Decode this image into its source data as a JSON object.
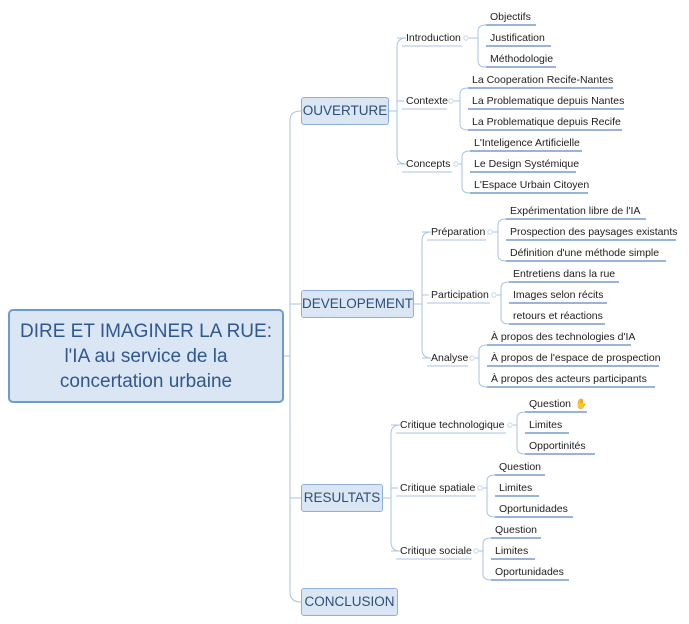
{
  "central": {
    "lines": [
      "DIRE ET IMAGINER LA RUE:",
      "l'IA au service de la",
      "concertation urbaine"
    ]
  },
  "sections": [
    {
      "label": "OUVERTURE",
      "subtopics": [
        {
          "label": "Introduction",
          "items": [
            "Objectifs",
            "Justification",
            "Méthodologie"
          ]
        },
        {
          "label": "Contexte",
          "items": [
            "La Cooperation Recife-Nantes",
            "La Problematique depuis Nantes",
            "La Problematique depuis Recife"
          ]
        },
        {
          "label": "Concepts",
          "items": [
            "L'Inteligence Artificielle",
            "Le Design Systémique",
            "L'Espace Urbain Citoyen"
          ]
        }
      ]
    },
    {
      "label": "DEVELOPEMENT",
      "subtopics": [
        {
          "label": "Préparation",
          "items": [
            "Expérimentation libre de l'IA",
            "Prospection des paysages existants",
            "Définition d'une méthode simple"
          ]
        },
        {
          "label": "Participation",
          "items": [
            "Entretiens dans la rue",
            "Images selon récits",
            "retours et réactions"
          ]
        },
        {
          "label": "Analyse",
          "items": [
            "À propos des technologies d'IA",
            "À propos de l'espace de prospection",
            "À propos des acteurs participants"
          ]
        }
      ]
    },
    {
      "label": "RESULTATS",
      "subtopics": [
        {
          "label": "Critique technologique",
          "items": [
            "Question",
            "Limites",
            "Opportinités"
          ]
        },
        {
          "label": "Critique spatiale",
          "items": [
            "Question",
            "Limites",
            "Oportunidades"
          ]
        },
        {
          "label": "Critique sociale",
          "items": [
            "Question",
            "Limites",
            "Oportunidades"
          ]
        }
      ]
    },
    {
      "label": "CONCLUSION",
      "subtopics": []
    }
  ],
  "icons": {
    "question_marker": "hand-icon"
  },
  "colors": {
    "line": "#a9c3e3",
    "leaf_underline": "#5b86c5",
    "box_fill": "#dbe6f4",
    "box_border": "#8eb0d8",
    "central_border": "#6d9bcf",
    "text_blue": "#30588f"
  }
}
